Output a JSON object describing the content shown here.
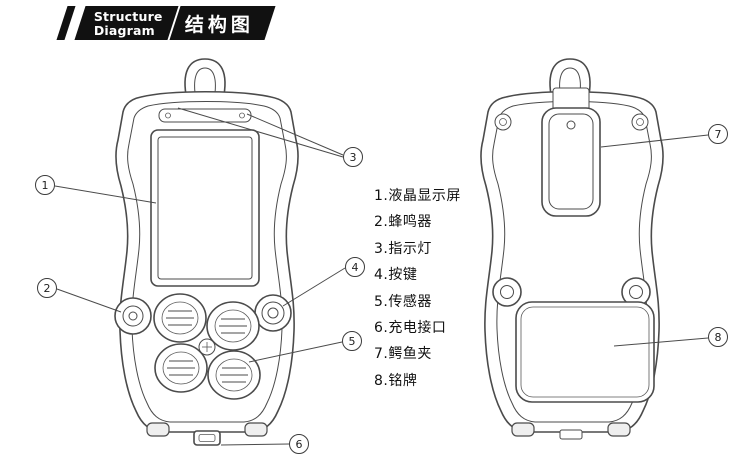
{
  "banner": {
    "title_en_line1": "Structure",
    "title_en_line2": "Diagram",
    "title_zh": "结构图"
  },
  "legend": {
    "items": [
      "1.液晶显示屏",
      "2.蜂鸣器",
      "3.指示灯",
      "4.按键",
      "5.传感器",
      "6.充电接口",
      "7.鳄鱼夹",
      "8.铭牌"
    ]
  },
  "callouts": [
    "1",
    "2",
    "3",
    "4",
    "5",
    "6",
    "7",
    "8"
  ],
  "colors": {
    "line": "#4b4b4b",
    "banner_bg": "#111111",
    "banner_text": "#ffffff",
    "page_bg": "#ffffff"
  }
}
